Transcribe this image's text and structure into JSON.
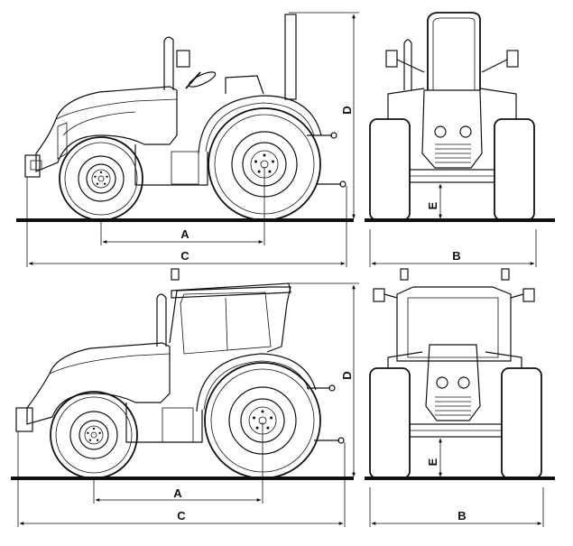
{
  "labels": {
    "top": {
      "a": "A",
      "b": "B",
      "c": "C",
      "d": "D",
      "e": "E"
    },
    "bottom": {
      "a": "A",
      "b": "B",
      "c": "C",
      "d": "D",
      "e": "E"
    }
  },
  "colors": {
    "ink": "#111111",
    "background": "#ffffff"
  }
}
